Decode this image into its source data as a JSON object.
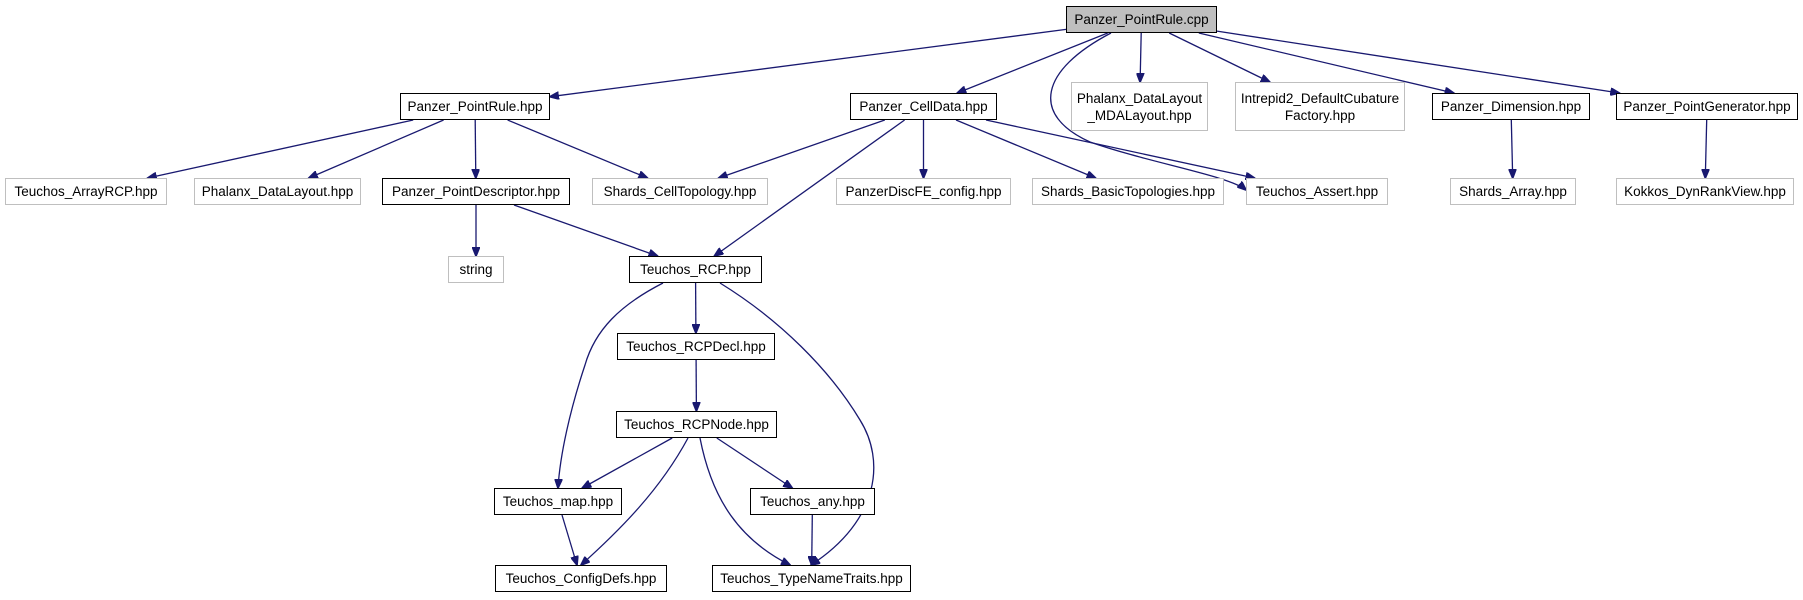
{
  "graph": {
    "nodes": [
      {
        "id": "panzer_pointrule_cpp",
        "label": "Panzer_PointRule.cpp",
        "kind": "root"
      },
      {
        "id": "panzer_pointrule_hpp",
        "label": "Panzer_PointRule.hpp",
        "kind": "documented"
      },
      {
        "id": "panzer_celldata_hpp",
        "label": "Panzer_CellData.hpp",
        "kind": "documented"
      },
      {
        "id": "phalanx_datalayout_mdalayout_hpp",
        "label": "Phalanx_DataLayout\n_MDALayout.hpp",
        "kind": "external"
      },
      {
        "id": "intrepid2_defaultcubaturefactory_hpp",
        "label": "Intrepid2_DefaultCubature\nFactory.hpp",
        "kind": "external"
      },
      {
        "id": "panzer_dimension_hpp",
        "label": "Panzer_Dimension.hpp",
        "kind": "documented"
      },
      {
        "id": "panzer_pointgenerator_hpp",
        "label": "Panzer_PointGenerator.hpp",
        "kind": "documented"
      },
      {
        "id": "teuchos_arrayrcp_hpp",
        "label": "Teuchos_ArrayRCP.hpp",
        "kind": "external"
      },
      {
        "id": "phalanx_datalayout_hpp",
        "label": "Phalanx_DataLayout.hpp",
        "kind": "external"
      },
      {
        "id": "panzer_pointdescriptor_hpp",
        "label": "Panzer_PointDescriptor.hpp",
        "kind": "documented"
      },
      {
        "id": "shards_celltopology_hpp",
        "label": "Shards_CellTopology.hpp",
        "kind": "external"
      },
      {
        "id": "panzerdiscfe_config_hpp",
        "label": "PanzerDiscFE_config.hpp",
        "kind": "external"
      },
      {
        "id": "shards_basictopologies_hpp",
        "label": "Shards_BasicTopologies.hpp",
        "kind": "external"
      },
      {
        "id": "teuchos_assert_hpp",
        "label": "Teuchos_Assert.hpp",
        "kind": "external"
      },
      {
        "id": "shards_array_hpp",
        "label": "Shards_Array.hpp",
        "kind": "external"
      },
      {
        "id": "kokkos_dynrankview_hpp",
        "label": "Kokkos_DynRankView.hpp",
        "kind": "external"
      },
      {
        "id": "string",
        "label": "string",
        "kind": "external"
      },
      {
        "id": "teuchos_rcp_hpp",
        "label": "Teuchos_RCP.hpp",
        "kind": "documented"
      },
      {
        "id": "teuchos_rcpdecl_hpp",
        "label": "Teuchos_RCPDecl.hpp",
        "kind": "documented"
      },
      {
        "id": "teuchos_rcpnode_hpp",
        "label": "Teuchos_RCPNode.hpp",
        "kind": "documented"
      },
      {
        "id": "teuchos_map_hpp",
        "label": "Teuchos_map.hpp",
        "kind": "documented"
      },
      {
        "id": "teuchos_any_hpp",
        "label": "Teuchos_any.hpp",
        "kind": "documented"
      },
      {
        "id": "teuchos_configdefs_hpp",
        "label": "Teuchos_ConfigDefs.hpp",
        "kind": "documented"
      },
      {
        "id": "teuchos_typenametraits_hpp",
        "label": "Teuchos_TypeNameTraits.hpp",
        "kind": "documented"
      }
    ],
    "edges": [
      [
        "panzer_pointrule_cpp",
        "panzer_pointrule_hpp"
      ],
      [
        "panzer_pointrule_cpp",
        "panzer_celldata_hpp"
      ],
      [
        "panzer_pointrule_cpp",
        "phalanx_datalayout_mdalayout_hpp"
      ],
      [
        "panzer_pointrule_cpp",
        "intrepid2_defaultcubaturefactory_hpp"
      ],
      [
        "panzer_pointrule_cpp",
        "panzer_dimension_hpp"
      ],
      [
        "panzer_pointrule_cpp",
        "panzer_pointgenerator_hpp"
      ],
      [
        "panzer_pointrule_cpp",
        "teuchos_assert_hpp"
      ],
      [
        "panzer_pointrule_hpp",
        "teuchos_arrayrcp_hpp"
      ],
      [
        "panzer_pointrule_hpp",
        "phalanx_datalayout_hpp"
      ],
      [
        "panzer_pointrule_hpp",
        "panzer_pointdescriptor_hpp"
      ],
      [
        "panzer_pointrule_hpp",
        "shards_celltopology_hpp"
      ],
      [
        "panzer_celldata_hpp",
        "shards_celltopology_hpp"
      ],
      [
        "panzer_celldata_hpp",
        "teuchos_rcp_hpp"
      ],
      [
        "panzer_celldata_hpp",
        "panzerdiscfe_config_hpp"
      ],
      [
        "panzer_celldata_hpp",
        "shards_basictopologies_hpp"
      ],
      [
        "panzer_celldata_hpp",
        "teuchos_assert_hpp"
      ],
      [
        "panzer_dimension_hpp",
        "shards_array_hpp"
      ],
      [
        "panzer_pointgenerator_hpp",
        "kokkos_dynrankview_hpp"
      ],
      [
        "panzer_pointdescriptor_hpp",
        "string"
      ],
      [
        "panzer_pointdescriptor_hpp",
        "teuchos_rcp_hpp"
      ],
      [
        "teuchos_rcp_hpp",
        "teuchos_rcpdecl_hpp"
      ],
      [
        "teuchos_rcp_hpp",
        "teuchos_map_hpp"
      ],
      [
        "teuchos_rcp_hpp",
        "teuchos_typenametraits_hpp"
      ],
      [
        "teuchos_rcpdecl_hpp",
        "teuchos_rcpnode_hpp"
      ],
      [
        "teuchos_rcpnode_hpp",
        "teuchos_map_hpp"
      ],
      [
        "teuchos_rcpnode_hpp",
        "teuchos_configdefs_hpp"
      ],
      [
        "teuchos_rcpnode_hpp",
        "teuchos_any_hpp"
      ],
      [
        "teuchos_rcpnode_hpp",
        "teuchos_typenametraits_hpp"
      ],
      [
        "teuchos_map_hpp",
        "teuchos_configdefs_hpp"
      ],
      [
        "teuchos_any_hpp",
        "teuchos_typenametraits_hpp"
      ]
    ],
    "colors": {
      "edge": "#191970",
      "root_fill": "#bfbfbf",
      "documented_border": "#000000",
      "external_border": "#bfbfbf"
    }
  }
}
